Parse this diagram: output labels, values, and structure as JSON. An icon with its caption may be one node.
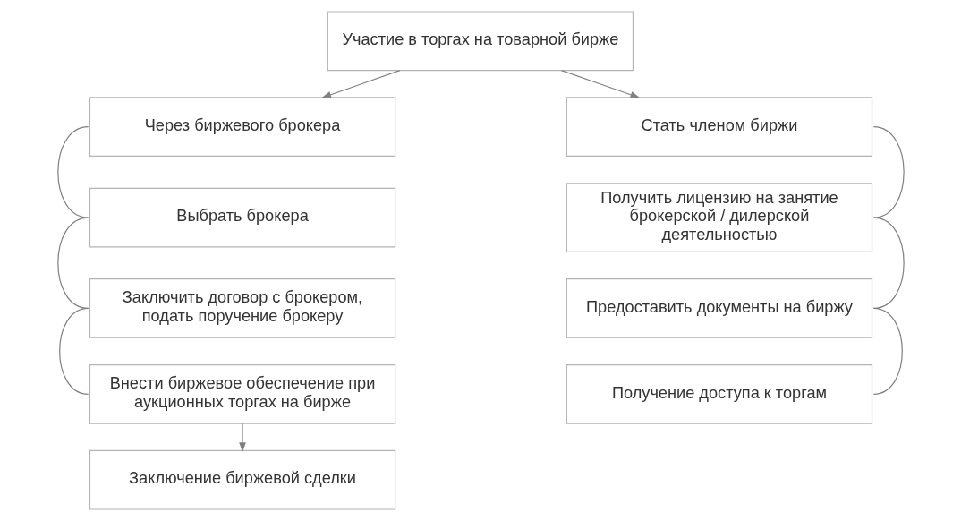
{
  "diagram": {
    "nodes": [
      {
        "text": [
          "Участие в торгах на товарной бирже"
        ]
      },
      {
        "text": [
          "Через биржевого брокера"
        ]
      },
      {
        "text": [
          "Стать членом биржи"
        ]
      },
      {
        "text": [
          "Выбрать брокера"
        ]
      },
      {
        "text": [
          "Получить лицензию на занятие брокерской / дилерской деятельностью"
        ]
      },
      {
        "text": [
          "Заключить договор с брокером, подать поручение брокеру"
        ]
      },
      {
        "text": [
          "Предоставить документы на биржу"
        ]
      },
      {
        "text": [
          "Внести биржевое обеспечение при аукционных торгах на бирже"
        ]
      },
      {
        "text": [
          "Получение доступа к торгам"
        ]
      },
      {
        "text": [
          "Заключение биржевой сделки"
        ]
      }
    ],
    "edges": [
      {
        "from": 0,
        "to": 1,
        "arrow": "to"
      },
      {
        "from": 0,
        "to": 2,
        "arrow": "to"
      },
      {
        "from": 1,
        "to": 3,
        "arrow": "none"
      },
      {
        "from": 3,
        "to": 5,
        "arrow": "none"
      },
      {
        "from": 5,
        "to": 7,
        "arrow": "none"
      },
      {
        "from": 2,
        "to": 4,
        "arrow": "none"
      },
      {
        "from": 4,
        "to": 6,
        "arrow": "none"
      },
      {
        "from": 6,
        "to": 8,
        "arrow": "none"
      },
      {
        "from": 7,
        "to": 9,
        "arrow": "to"
      }
    ]
  }
}
